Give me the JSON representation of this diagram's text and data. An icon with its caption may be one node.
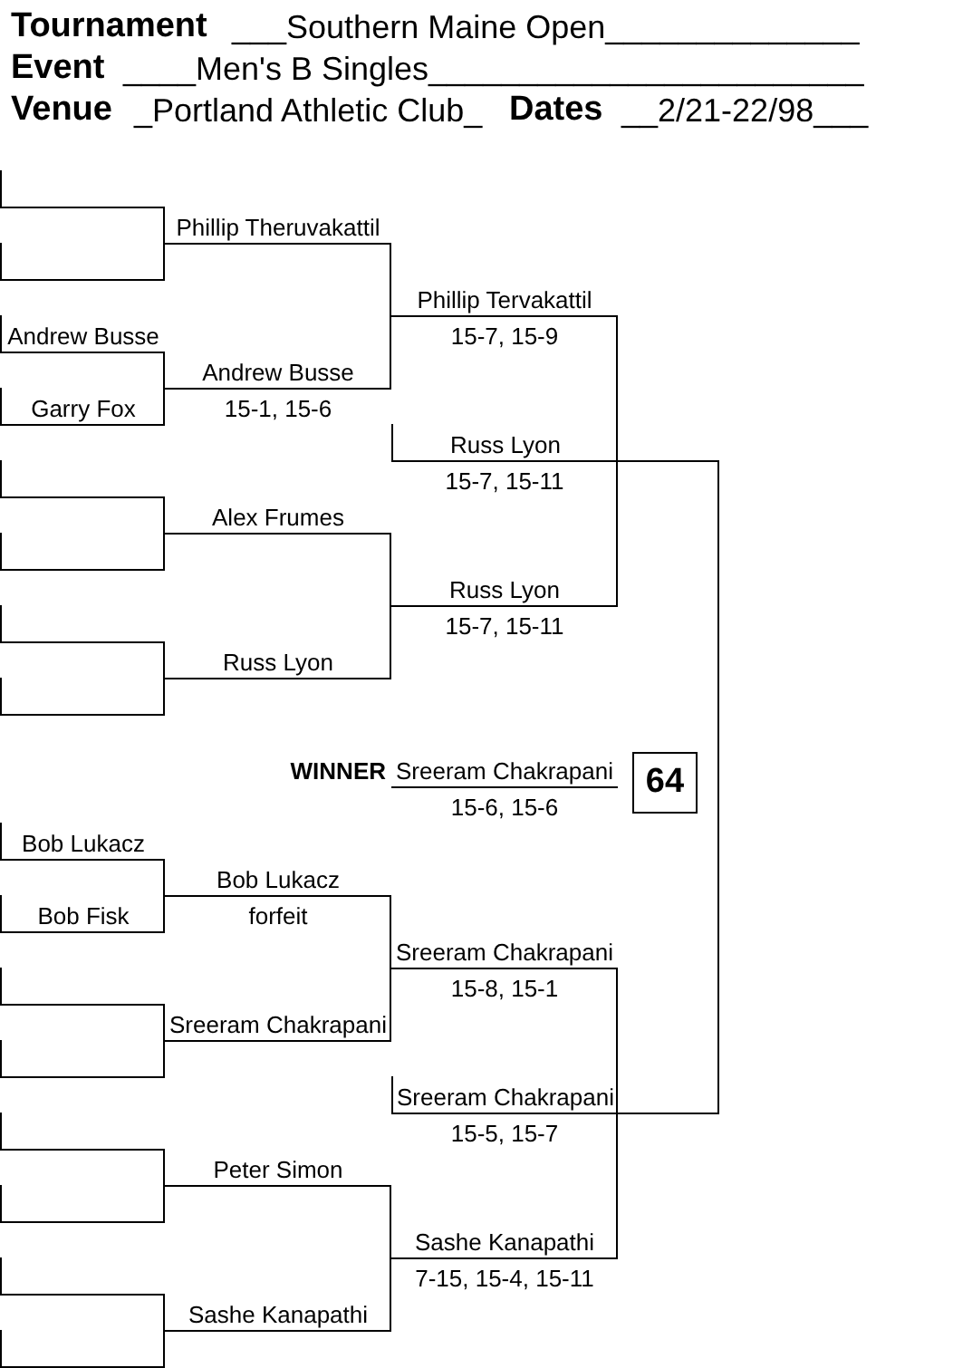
{
  "diagram": {
    "nodes": [
      {
        "text": [],
        "shape": "line"
      },
      {
        "text": [],
        "shape": "line"
      },
      {
        "text": [
          "Andrew Busse"
        ]
      },
      {
        "text": [
          "Garry Fox"
        ]
      },
      {
        "text": [],
        "shape": "line"
      },
      {
        "text": [],
        "shape": "line"
      },
      {
        "text": [],
        "shape": "line"
      },
      {
        "text": [],
        "shape": "line"
      },
      {
        "text": [
          "Bob Lukacz"
        ]
      },
      {
        "text": [
          "Bob Fisk"
        ]
      },
      {
        "text": [],
        "shape": "line"
      },
      {
        "text": [],
        "shape": "line"
      },
      {
        "text": [],
        "shape": "line"
      },
      {
        "text": [],
        "shape": "line"
      },
      {
        "text": [],
        "shape": "line"
      },
      {
        "text": [],
        "shape": "line"
      },
      {
        "text": [
          "Phillip Theruvakattil"
        ]
      },
      {
        "text": [
          "Andrew Busse",
          "15-1, 15-6"
        ]
      },
      {
        "text": [
          "Alex Frumes"
        ]
      },
      {
        "text": [
          "Russ Lyon"
        ]
      },
      {
        "text": [
          "Bob Lukacz",
          "forfeit"
        ]
      },
      {
        "text": [
          "Sreeram Chakrapani"
        ]
      },
      {
        "text": [
          "Peter Simon"
        ]
      },
      {
        "text": [
          "Sashe Kanapathi"
        ]
      },
      {
        "text": [
          "Phillip Tervakattil",
          "15-7, 15-9"
        ]
      },
      {
        "text": [
          "Russ Lyon",
          "15-7, 15-11"
        ]
      },
      {
        "text": [
          "Sreeram Chakrapani",
          "15-8, 15-1"
        ]
      },
      {
        "text": [
          "Sashe Kanapathi",
          "7-15, 15-4, 15-11"
        ]
      },
      {
        "text": [
          "Russ Lyon",
          "15-7, 15-11"
        ]
      },
      {
        "text": [
          "Sreeram Chakrapani",
          "15-5, 15-7"
        ]
      },
      {
        "text": [
          "Sreeram Chakrapani",
          "15-6, 15-6"
        ],
        "beside": [
          "WINNER"
        ]
      },
      {
        "text": [
          "64"
        ]
      }
    ],
    "edges": [
      {
        "from": 0,
        "to": 16,
        "arrow": "none"
      },
      {
        "from": 1,
        "to": 16,
        "arrow": "none"
      },
      {
        "from": 2,
        "to": 17,
        "arrow": "none"
      },
      {
        "from": 3,
        "to": 17,
        "arrow": "none"
      },
      {
        "from": 4,
        "to": 18,
        "arrow": "none"
      },
      {
        "from": 5,
        "to": 18,
        "arrow": "none"
      },
      {
        "from": 6,
        "to": 19,
        "arrow": "none"
      },
      {
        "from": 7,
        "to": 19,
        "arrow": "none"
      },
      {
        "from": 8,
        "to": 20,
        "arrow": "none"
      },
      {
        "from": 9,
        "to": 20,
        "arrow": "none"
      },
      {
        "from": 10,
        "to": 21,
        "arrow": "none"
      },
      {
        "from": 11,
        "to": 21,
        "arrow": "none"
      },
      {
        "from": 12,
        "to": 22,
        "arrow": "none"
      },
      {
        "from": 13,
        "to": 22,
        "arrow": "none"
      },
      {
        "from": 14,
        "to": 23,
        "arrow": "none"
      },
      {
        "from": 15,
        "to": 23,
        "arrow": "none"
      },
      {
        "from": 16,
        "to": 24,
        "arrow": "none"
      },
      {
        "from": 17,
        "to": 24,
        "arrow": "none"
      },
      {
        "from": 18,
        "to": 25,
        "arrow": "none"
      },
      {
        "from": 19,
        "to": 25,
        "arrow": "none"
      },
      {
        "from": 20,
        "to": 26,
        "arrow": "none"
      },
      {
        "from": 21,
        "to": 26,
        "arrow": "none"
      },
      {
        "from": 22,
        "to": 27,
        "arrow": "none"
      },
      {
        "from": 23,
        "to": 27,
        "arrow": "none"
      },
      {
        "from": 24,
        "to": 28,
        "arrow": "none"
      },
      {
        "from": 25,
        "to": 28,
        "arrow": "none"
      },
      {
        "from": 26,
        "to": 29,
        "arrow": "none"
      },
      {
        "from": 27,
        "to": 29,
        "arrow": "none"
      },
      {
        "from": 28,
        "to": 29,
        "arrow": "none"
      }
    ],
    "labels": [
      "Tournament",
      "___Southern Maine Open______________",
      "Event",
      "____Men's B Singles________________________",
      "Venue",
      "_Portland Athletic Club_",
      "Dates",
      "__2/21-22/98___"
    ]
  }
}
